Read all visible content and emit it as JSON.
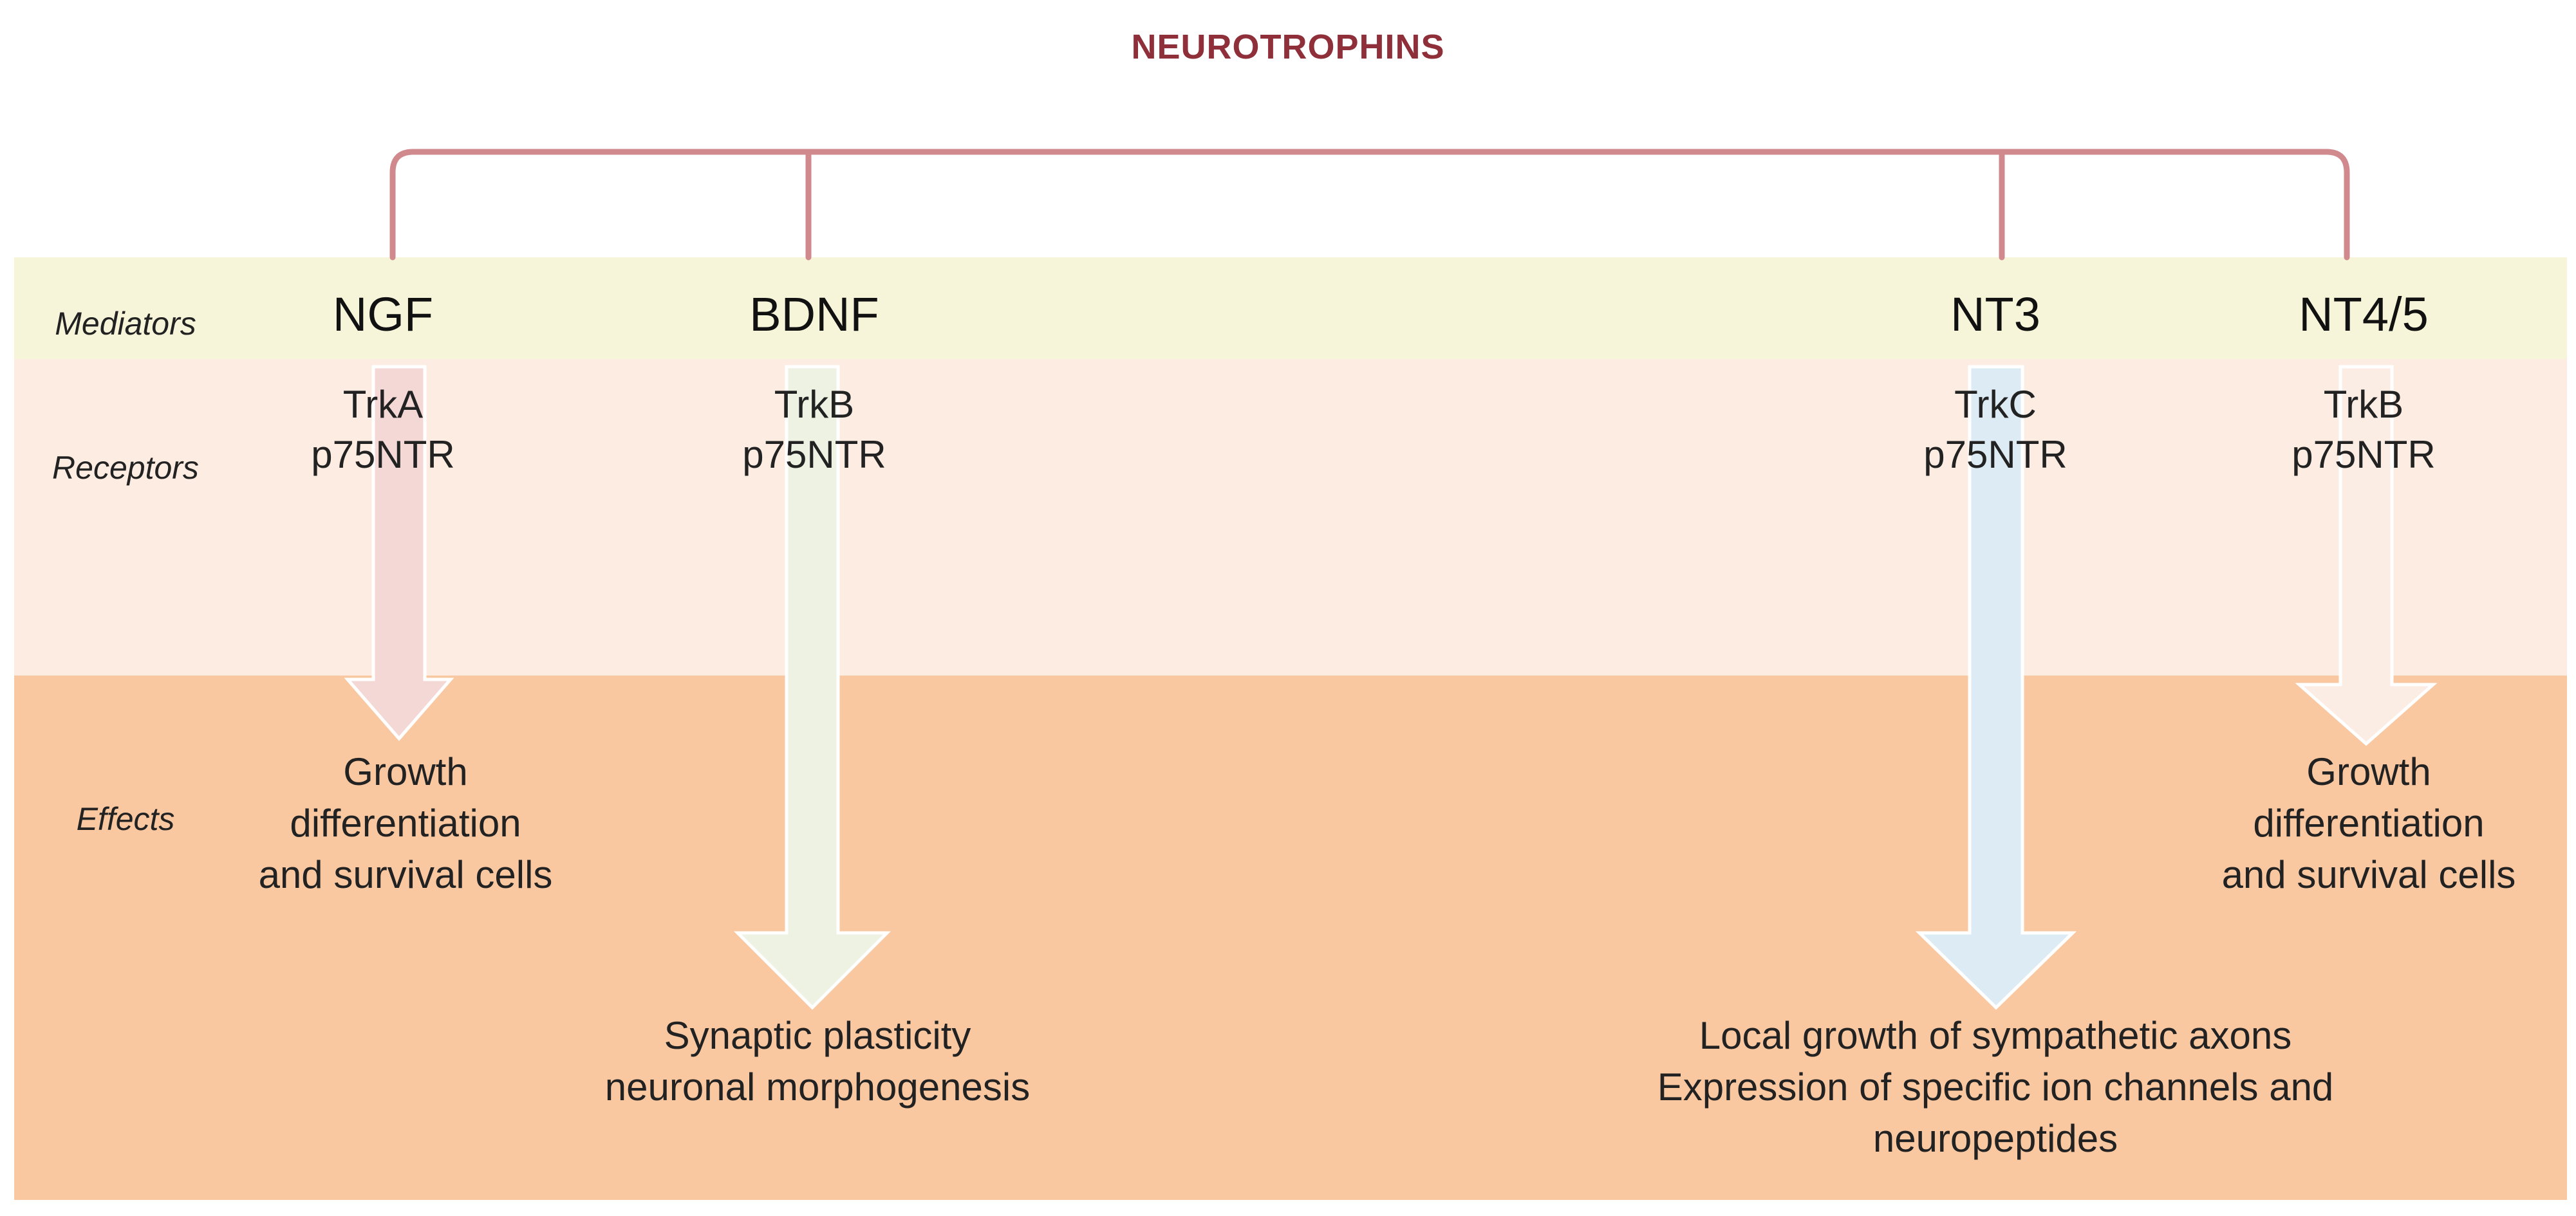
{
  "title": "NEUROTROPHINS",
  "row_labels": {
    "mediators": "Mediators",
    "receptors": "Receptors",
    "effects": "Effects"
  },
  "mediators": {
    "ngf": {
      "name": "NGF",
      "receptor_1": "TrkA",
      "receptor_2": "p75NTR",
      "arrow_color": "#f4d8d6"
    },
    "bdnf": {
      "name": "BDNF",
      "receptor_1": "TrkB",
      "receptor_2": "p75NTR",
      "arrow_color": "#eef2e2"
    },
    "nt3": {
      "name": "NT3",
      "receptor_1": "TrkC",
      "receptor_2": "p75NTR",
      "arrow_color": "#dcebf4"
    },
    "nt45": {
      "name": "NT4/5",
      "receptor_1": "TrkB",
      "receptor_2": "p75NTR",
      "arrow_color": "#fbece4"
    }
  },
  "effects": {
    "ngf": [
      "Growth",
      "differentiation",
      "and survival cells"
    ],
    "bdnf": [
      "Synaptic plasticity",
      "neuronal morphogenesis"
    ],
    "nt3": [
      "Local growth of sympathetic axons",
      "Expression of specific ion channels and",
      "neuropeptides"
    ],
    "nt45": [
      "Growth",
      "differentiation",
      "and survival cells"
    ]
  },
  "colors": {
    "bracket": "#d08a8d",
    "title": "#8e2f3a",
    "mediators_band": "#f6f5da",
    "receptors_band": "#fcece1",
    "effects_band": "#f9c8a1"
  }
}
